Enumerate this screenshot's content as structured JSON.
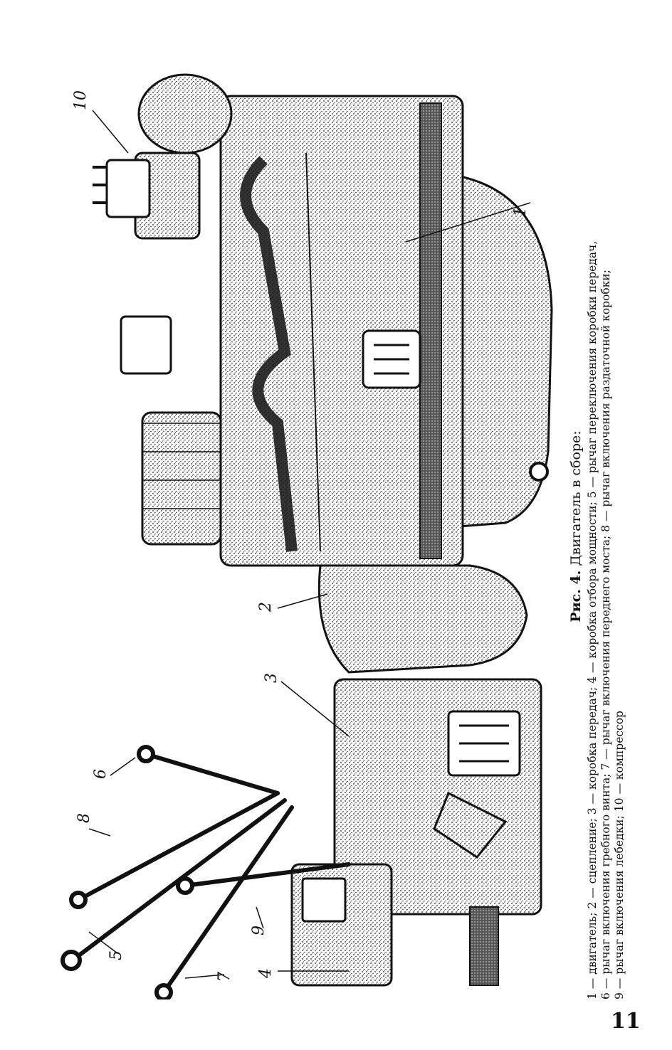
{
  "page_number": "11",
  "figure": {
    "title_prefix": "Рис. 4.",
    "title": "Двигатель в сборе:",
    "legend_lines": [
      "1 — двигатель; 2 — сцепление; 3 — коробка передач; 4 — коробка отбора мощности; 5 — рычаг переключения коробки передач,",
      "6 — рычаг включения гребного винта; 7 — рычаг включения переднего моста; 8 — рычаг включения раздаточной коробки;",
      "9 — рычаг включения лебедки; 10 — компрессор"
    ],
    "callouts": [
      "1",
      "2",
      "3",
      "4",
      "5",
      "6",
      "7",
      "8",
      "9",
      "10"
    ]
  }
}
